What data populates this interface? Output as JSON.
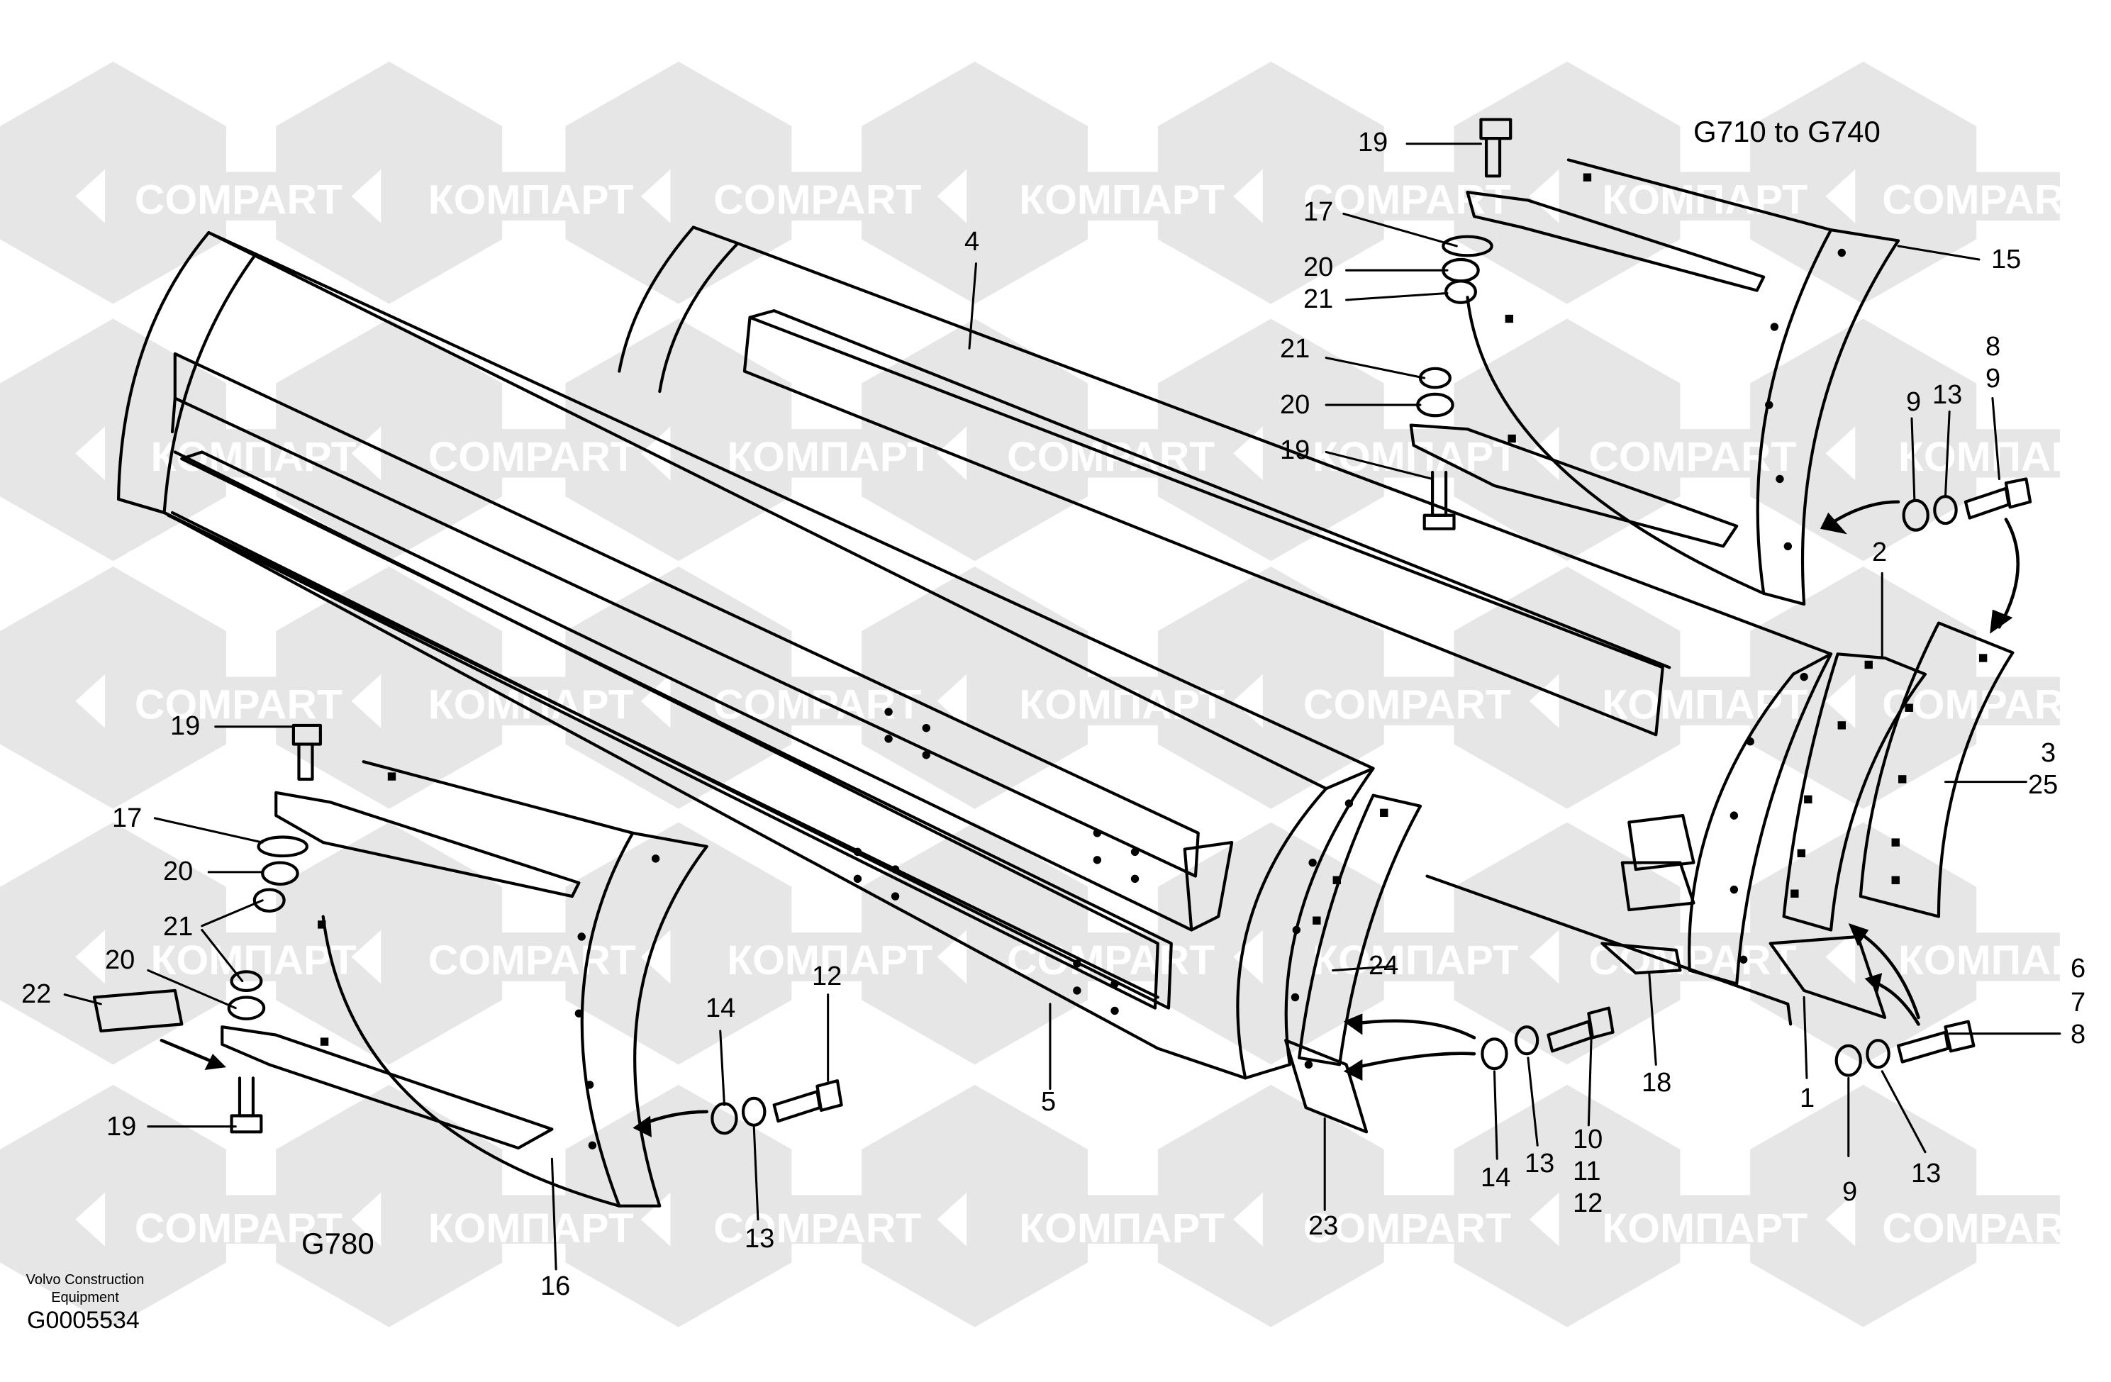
{
  "watermark": {
    "latin": "COMPART",
    "cyrillic": "КОМПАРТ"
  },
  "headings": {
    "models_top": "G710 to G740",
    "model_bottom": "G780"
  },
  "footer": {
    "company_line1": "Volvo Construction",
    "company_line2": "Equipment",
    "drawing_code": "G0005534"
  },
  "part_numbers": {
    "p19a": "19",
    "p17a": "17",
    "p20a": "20",
    "p21a": "21",
    "p21b": "21",
    "p20b": "20",
    "p19b": "19",
    "p4": "4",
    "p15": "15",
    "p8a": "8",
    "p9a": "9",
    "p9b": "9",
    "p13a": "13",
    "p2": "2",
    "p3": "3",
    "p25": "25",
    "p6": "6",
    "p7": "7",
    "p8b": "8",
    "p1": "1",
    "p18": "18",
    "p9c": "9",
    "p13b": "13",
    "p10": "10",
    "p11": "11",
    "p12a": "12",
    "p13c": "13",
    "p14a": "14",
    "p24": "24",
    "p23": "23",
    "p5": "5",
    "p19c": "19",
    "p17b": "17",
    "p20c": "20",
    "p21c": "21",
    "p20d": "20",
    "p22": "22",
    "p19d": "19",
    "p14b": "14",
    "p12b": "12",
    "p13d": "13",
    "p16": "16"
  },
  "colors": {
    "line": "#000000",
    "watermark_fill": "#e6e6e6",
    "background": "#ffffff"
  }
}
